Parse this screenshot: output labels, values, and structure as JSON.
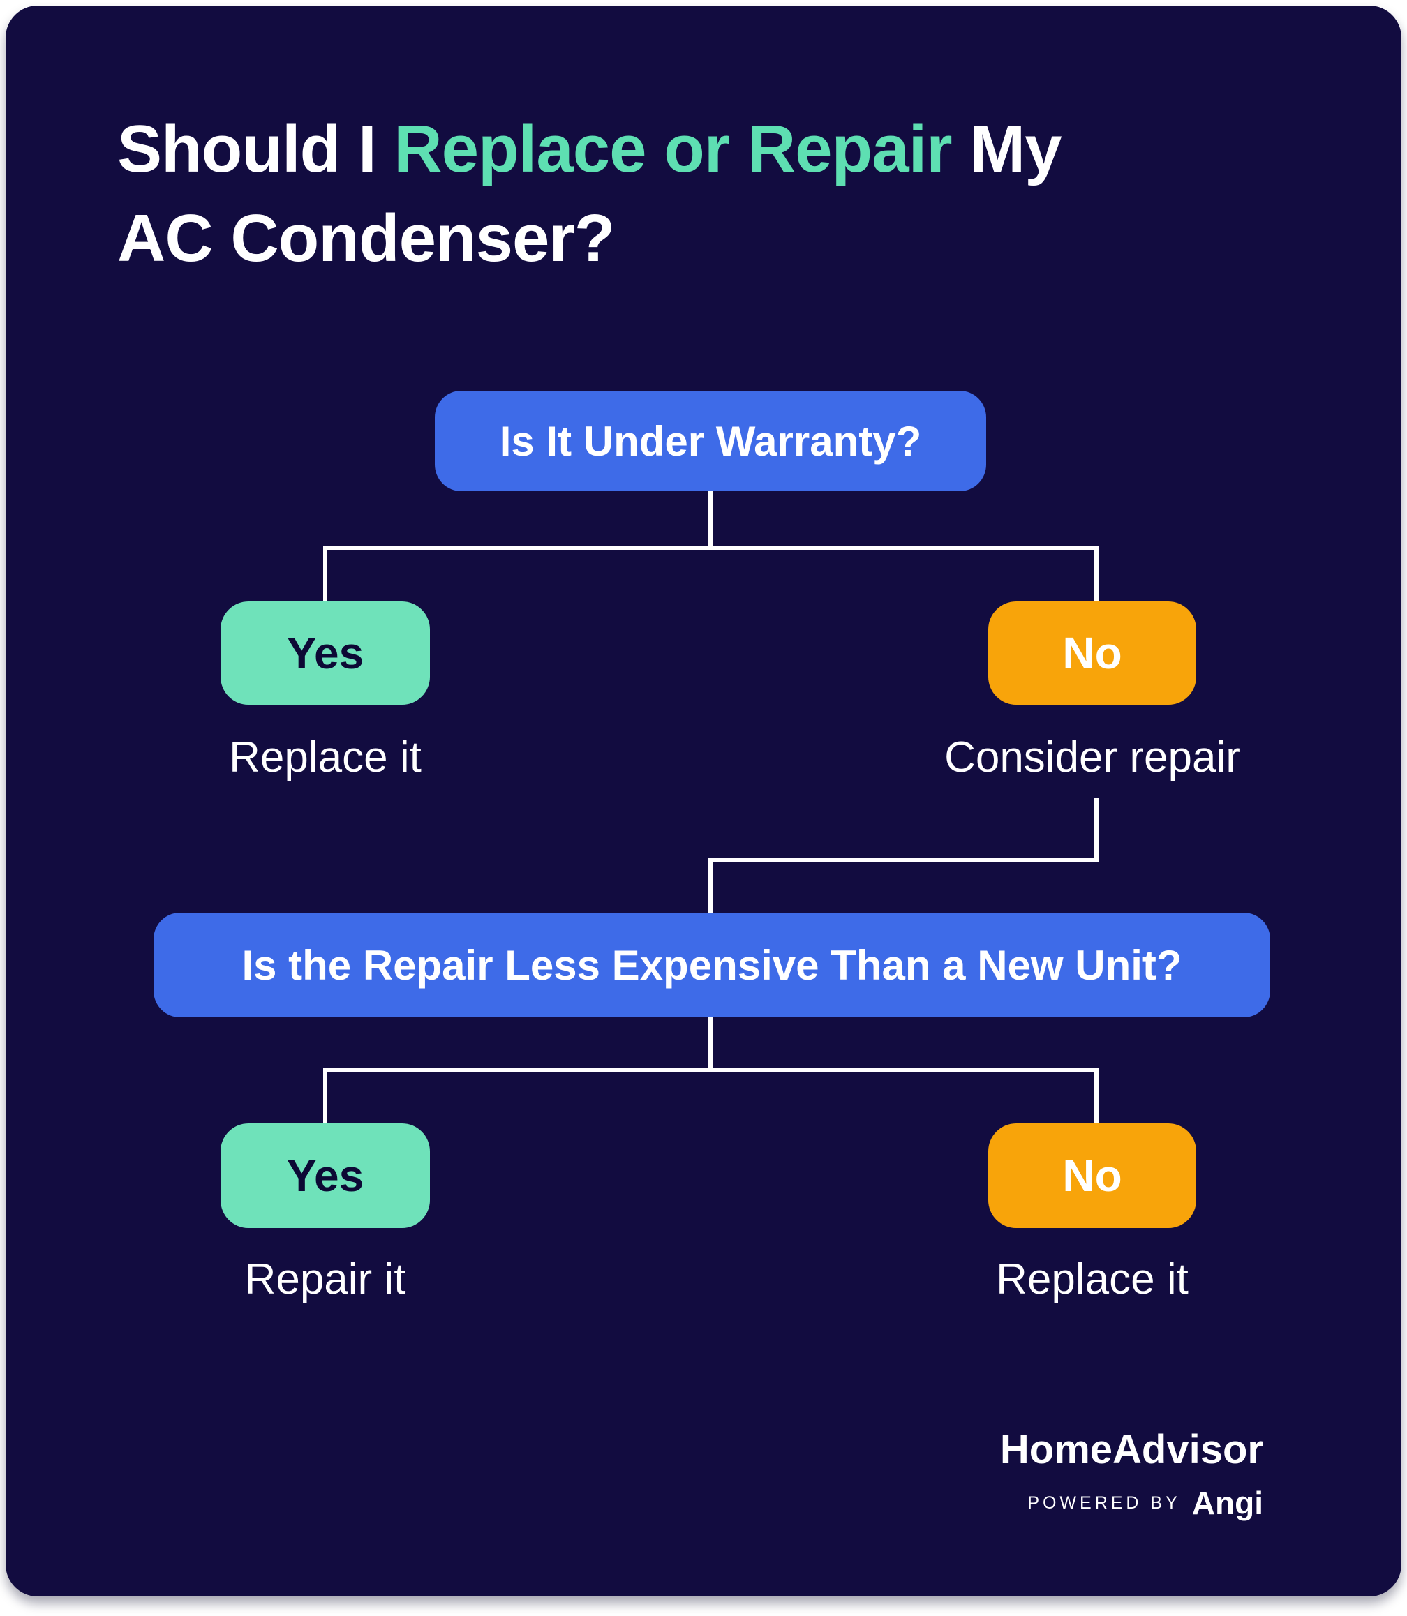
{
  "colors": {
    "page-bg": "#ffffff",
    "card-bg": "#120C40",
    "question-blue": "#3E6BE8",
    "yes-teal": "#6FE2BA",
    "no-orange": "#F8A40A",
    "title-highlight": "#5EDFB2",
    "text-light": "#FFFFFF",
    "text-dark": "#0D0935",
    "connector": "#FFFFFF"
  },
  "title": {
    "line1_prefix": "Should I ",
    "line1_highlight": "Replace or Repair",
    "line1_suffix": " My",
    "line2": "AC Condenser?"
  },
  "flowchart": {
    "question1": "Is It Under Warranty?",
    "q1_yes_label": "Yes",
    "q1_yes_result": "Replace it",
    "q1_no_label": "No",
    "q1_no_result": "Consider repair",
    "question2": "Is the Repair Less Expensive Than a New Unit?",
    "q2_yes_label": "Yes",
    "q2_yes_result": "Repair it",
    "q2_no_label": "No",
    "q2_no_result": "Replace it"
  },
  "footer": {
    "brand": "HomeAdvisor",
    "powered_by_label": "POWERED BY",
    "partner_brand": "Angi"
  }
}
